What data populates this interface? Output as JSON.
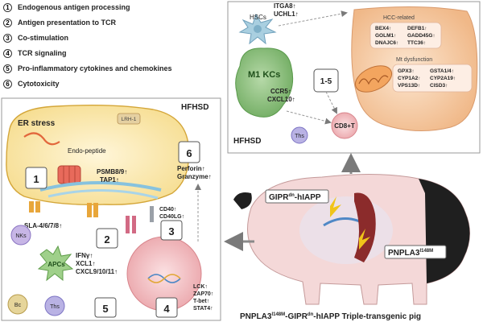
{
  "legend": [
    {
      "num": "1",
      "label": "Endogenous antigen processing"
    },
    {
      "num": "2",
      "label": "Antigen presentation to TCR"
    },
    {
      "num": "3",
      "label": "Co-stimulation"
    },
    {
      "num": "4",
      "label": "TCR signaling"
    },
    {
      "num": "5",
      "label": "Pro-inflammatory cytokines and chemokines"
    },
    {
      "num": "6",
      "label": "Cytotoxicity"
    }
  ],
  "top_right": {
    "hscs": "HSCs",
    "hsc_genes": [
      "ITGA8↑",
      "UCHL1↑"
    ],
    "m1_kcs": "M1 KCs",
    "kc_genes": [
      "CCR5↑",
      "CXCL10↑"
    ],
    "steps": "1-5",
    "hfhsd": "HFHSD",
    "ths": "Ths",
    "cd8t": "CD8+T",
    "hcc_title": "HCC-related",
    "hcc_genes_left": [
      "BEX4↑",
      "GOLM1↑",
      "DNAJC6↑"
    ],
    "hcc_genes_right": [
      "DEFB1↑",
      "GADD45G↑",
      "TTC36↑"
    ],
    "mt_title": "Mt dysfunction",
    "mt_genes_left": [
      "GPX3↑",
      "CYP1A2↑",
      "VPS13D↑"
    ],
    "mt_genes_right": [
      "GSTA1/4↑",
      "CYP2A19↑",
      "CISD3↑"
    ]
  },
  "left_panel": {
    "hfhsd": "HFHSD",
    "er_stress": "ER stress",
    "lrh1": "LRH-1",
    "endo_peptide": "Endo-peptide",
    "step1": "1",
    "psmb": "PSMB8/9↑",
    "tap1": "TAP1↑",
    "step6": "6",
    "perforin": "Perforin↑",
    "granzyme": "Granzyme↑",
    "sla": "SLA-4/6/7/8↑",
    "step2": "2",
    "cd40": "CD40↑",
    "cd40lg": "CD40LG↑",
    "step3": "3",
    "nks": "NKs",
    "apcs": "APCs",
    "ifny": "IFNγ↑",
    "xcl1": "XCL1↑",
    "cxcl": "CXCL9/10/11↑",
    "step5": "5",
    "step4": "4",
    "lck": "LCK↑",
    "zap70": "ZAP70↑",
    "tbet": "T-bet↑",
    "stat4": "STAT4↑",
    "bc": "Bc",
    "ths": "Ths"
  },
  "pig": {
    "gipr_main": "GIPR",
    "gipr_sup": "dn",
    "gipr_rest": "-hIAPP",
    "pnpla_main": "PNPLA3",
    "pnpla_sup": "I148M",
    "caption_a": "PNPLA3",
    "caption_a_sup": "I148M",
    "caption_b": "-GIPR",
    "caption_b_sup": "dn",
    "caption_c": "-hIAPP Triple-transgenic pig"
  }
}
